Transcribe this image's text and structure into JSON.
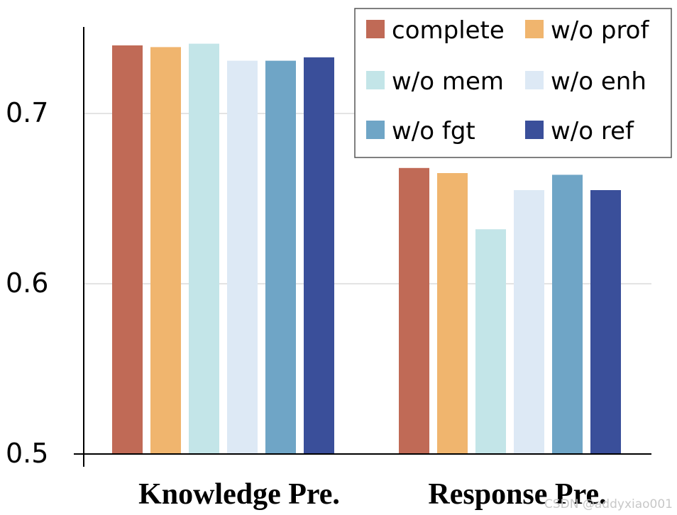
{
  "chart_data": {
    "type": "bar",
    "categories": [
      "Knowledge Pre.",
      "Response Pre."
    ],
    "series": [
      {
        "name": "complete",
        "color": "#c06a56",
        "values": [
          0.74,
          0.668
        ]
      },
      {
        "name": "w/o prof",
        "color": "#f0b56e",
        "values": [
          0.739,
          0.665
        ]
      },
      {
        "name": "w/o mem",
        "color": "#c3e5e8",
        "values": [
          0.741,
          0.632
        ]
      },
      {
        "name": "w/o enh",
        "color": "#dde9f5",
        "values": [
          0.731,
          0.655
        ]
      },
      {
        "name": "w/o fgt",
        "color": "#6fa5c6",
        "values": [
          0.731,
          0.664
        ]
      },
      {
        "name": "w/o ref",
        "color": "#3a4f9a",
        "values": [
          0.733,
          0.655
        ]
      }
    ],
    "title": "",
    "xlabel": "",
    "ylabel": "",
    "ylim": [
      0.5,
      0.75
    ],
    "yticks": [
      "0.5",
      "0.6",
      "0.7"
    ],
    "grid": "horizontal",
    "legend_position": "top-right"
  },
  "watermark": "CSDN @addyxiao001"
}
